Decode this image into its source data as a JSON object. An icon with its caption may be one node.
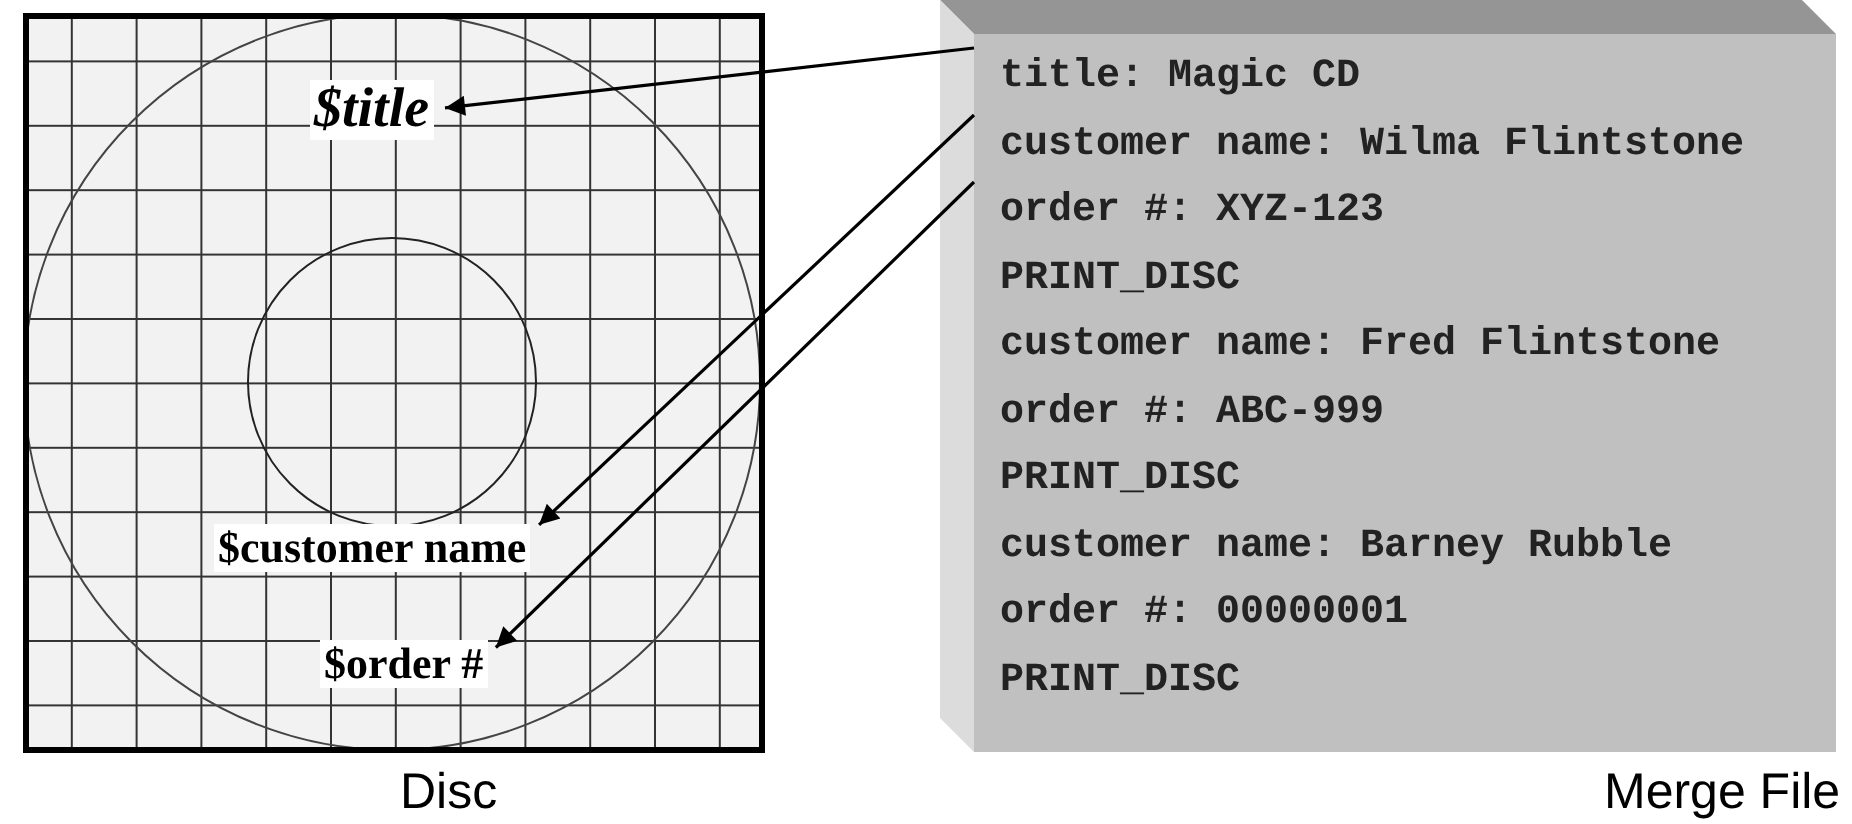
{
  "diagram": {
    "nodes": [
      {
        "text": [
          "Disc"
        ]
      },
      {
        "text": [
          "$title"
        ],
        "in": 0
      },
      {
        "text": [
          "$customer name"
        ],
        "in": 0
      },
      {
        "text": [
          "$order #"
        ],
        "in": 0
      },
      {
        "text": [
          "Merge File"
        ]
      },
      {
        "text": [
          "title: Magic CD"
        ],
        "in": 4
      },
      {
        "text": [
          "customer name: Wilma Flintstone"
        ],
        "in": 4
      },
      {
        "text": [
          "order #: XYZ-123"
        ],
        "in": 4
      },
      {
        "text": [
          "PRINT_DISC"
        ],
        "in": 4
      },
      {
        "text": [
          "customer name: Fred Flintstone"
        ],
        "in": 4
      },
      {
        "text": [
          "order #: ABC-999"
        ],
        "in": 4
      },
      {
        "text": [
          "PRINT_DISC"
        ],
        "in": 4
      },
      {
        "text": [
          "customer name: Barney Rubble"
        ],
        "in": 4
      },
      {
        "text": [
          "order #: 00000001"
        ],
        "in": 4
      },
      {
        "text": [
          "PRINT_DISC"
        ],
        "in": 4
      }
    ],
    "edges": [
      {
        "from": 5,
        "to": 1,
        "arrow": "to"
      },
      {
        "from": 6,
        "to": 2,
        "arrow": "to"
      },
      {
        "from": 7,
        "to": 3,
        "arrow": "to"
      }
    ]
  }
}
